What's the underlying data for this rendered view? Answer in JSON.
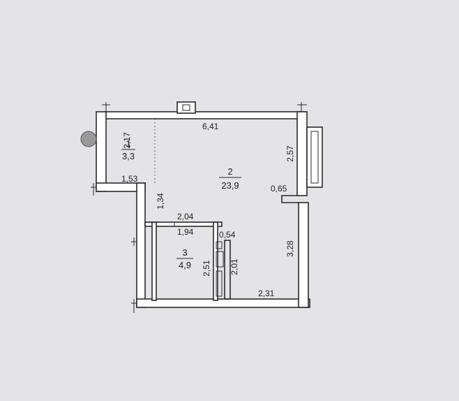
{
  "rooms": [
    {
      "number": "1",
      "area": "3,3"
    },
    {
      "number": "2",
      "area": "23,9"
    },
    {
      "number": "3",
      "area": "4,9"
    }
  ],
  "dimensions": {
    "top_width": "6,41",
    "room1_height": "2,17",
    "room1_width": "1,53",
    "partition_height": "1,34",
    "room3_outer_width": "2,04",
    "room3_inner_width": "1,94",
    "duct_width": "0,54",
    "room3_height": "2,51",
    "duct_height": "2,01",
    "bottom_width": "2,31",
    "window_height": "2,57",
    "wall_offset": "0,65",
    "right_lower_height": "3,28"
  },
  "colors": {
    "paper": "#e4e3e8",
    "ink": "#2a2a2a",
    "riser_fill": "#9a9a9a"
  }
}
